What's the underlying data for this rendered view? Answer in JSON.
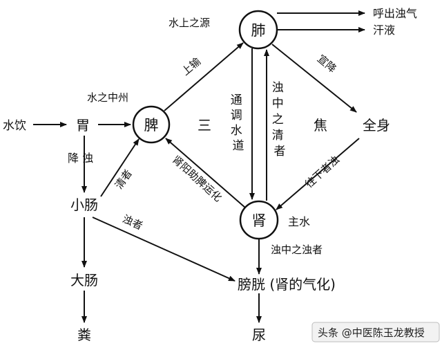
{
  "nodes": {
    "fei": "肺",
    "pi": "脾",
    "shen": "肾",
    "wei": "胃",
    "shuiyin": "水饮",
    "xiaochang": "小肠",
    "dachang": "大肠",
    "fen": "粪",
    "pangguang": "膀胱 (肾的气化)",
    "niao": "尿",
    "quanshen": "全身",
    "huchu_zhuoqi": "呼出浊气",
    "hanye": "汗液"
  },
  "labels": {
    "shui_shang_zhi_yuan": "水上之源",
    "shui_zhi_zhongzhou": "水之中州",
    "shangshu": "上输",
    "xuanjiang": "宣降",
    "san": "三",
    "jiao": "焦",
    "tongtiao_shuidao": [
      "通",
      "调",
      "水",
      "道"
    ],
    "zhuo_zhong_zhi_qing": [
      "浊",
      "中",
      "之",
      "清",
      "者"
    ],
    "jiang_zhuo": "降 浊",
    "qingzhe": "清者",
    "zhuozhe": "浊者",
    "shenyang_zhupi_yunhua": "肾阳助脾运化",
    "wangxia_zhuozhe": "往下者浊",
    "zhushui": "主水",
    "zhuo_zhong_zhi_zhuozhe": "浊中之浊者"
  },
  "watermark": {
    "text": "头条 @中医陈玉龙教授"
  },
  "colors": {
    "ink": "#111111"
  }
}
